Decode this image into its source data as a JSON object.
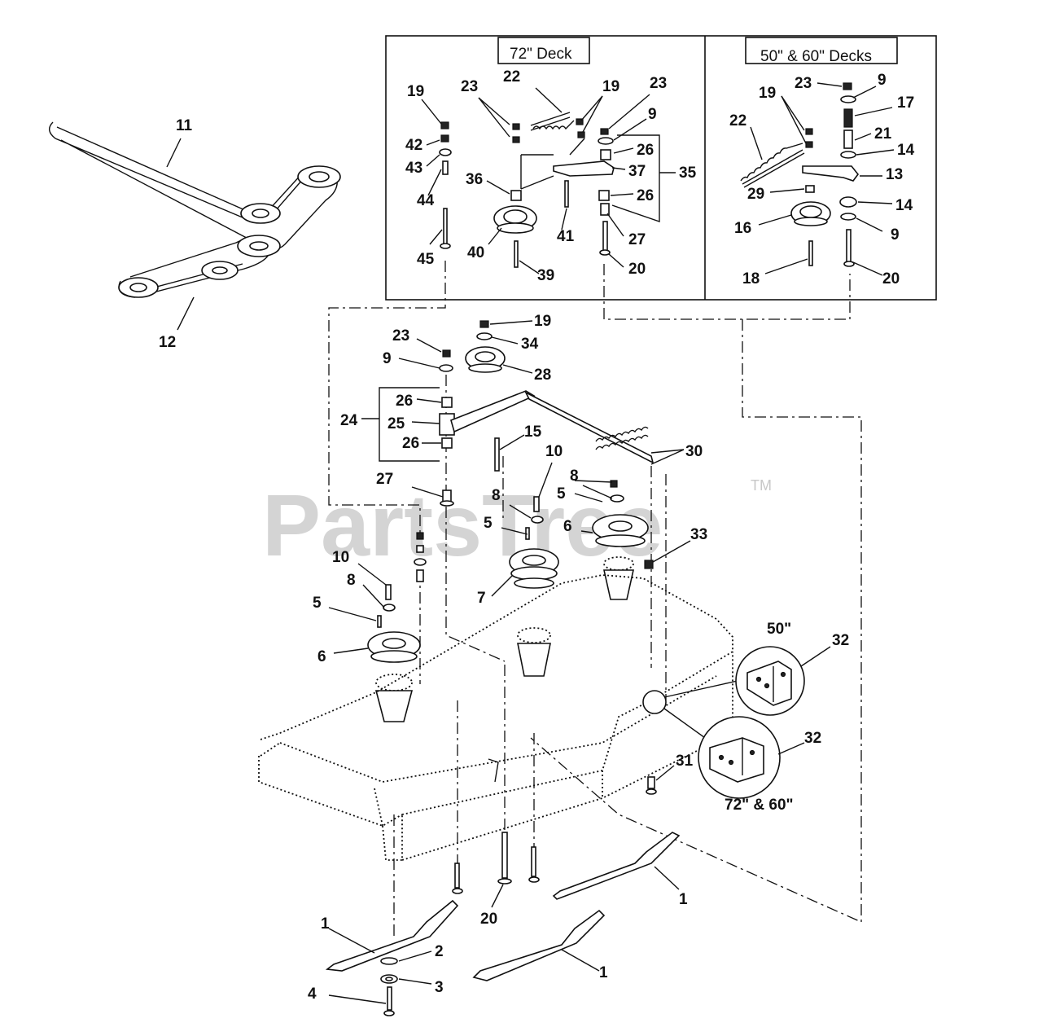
{
  "watermark": {
    "text": "PartsTree",
    "trademark": "TM"
  },
  "inset_72": {
    "title": "72\" Deck"
  },
  "inset_5060": {
    "title": "50\" & 60\" Decks"
  },
  "bracket_50": {
    "caption": "50\""
  },
  "bracket_7260": {
    "caption": "72\" & 60\""
  },
  "callouts": {
    "c11": "11",
    "c12": "12",
    "i72_19a": "19",
    "i72_42": "42",
    "i72_43": "43",
    "i72_44": "44",
    "i72_45": "45",
    "i72_23a": "23",
    "i72_22": "22",
    "i72_19b": "19",
    "i72_23b": "23",
    "i72_9": "9",
    "i72_26a": "26",
    "i72_37": "37",
    "i72_35": "35",
    "i72_36": "36",
    "i72_26b": "26",
    "i72_27": "27",
    "i72_40": "40",
    "i72_41": "41",
    "i72_39": "39",
    "i72_20": "20",
    "i50_23": "23",
    "i50_9a": "9",
    "i50_19": "19",
    "i50_17": "17",
    "i50_22": "22",
    "i50_21": "21",
    "i50_14a": "14",
    "i50_13": "13",
    "i50_29": "29",
    "i50_14b": "14",
    "i50_16": "16",
    "i50_9b": "9",
    "i50_18": "18",
    "i50_20": "20",
    "m19": "19",
    "m34": "34",
    "m23": "23",
    "m9": "9",
    "m28": "28",
    "m26a": "26",
    "m24": "24",
    "m25": "25",
    "m26b": "26",
    "m15": "15",
    "m30": "30",
    "m10a": "10",
    "m8a": "8",
    "m5a": "5",
    "m27": "27",
    "m8b": "8",
    "m6a": "6",
    "m5b": "5",
    "m33": "33",
    "m7": "7",
    "m10b": "10",
    "m8c": "8",
    "m5c": "5",
    "m6b": "6",
    "m32a": "32",
    "m32b": "32",
    "m31": "31",
    "m1a": "1",
    "m20": "20",
    "m1b": "1",
    "m2": "2",
    "m1c": "1",
    "m3": "3",
    "m4": "4"
  }
}
